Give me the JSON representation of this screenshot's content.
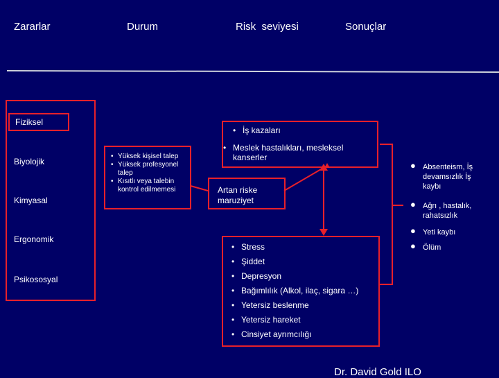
{
  "headers": [
    "Zararlar",
    "Durum",
    "Risk  seviyesi",
    "Sonuçlar"
  ],
  "hazards": [
    "Fiziksel",
    "Biyolojik",
    "Kimyasal",
    "Ergonomik",
    "Psikososyal"
  ],
  "durum_items": [
    "Yüksek kişisel talep",
    "Yüksek profesyonel talep",
    "Kısıtlı veya talebin kontrol   edilmemesi"
  ],
  "risk": {
    "top_items": [
      "İş kazaları",
      "Meslek hastalıkları, mesleksel kanserler"
    ],
    "artan_label": "Artan riske maruziyet",
    "health_items": [
      "Stress",
      "Şiddet",
      "Depresyon",
      "Bağımlılık (Alkol, ilaç, sigara …)",
      "Yetersiz beslenme",
      "Yetersiz hareket",
      "Cinsiyet ayrımcılığı"
    ]
  },
  "results": [
    "Absenteism, İş devamsızlık İş kaybı",
    "Ağrı , hastalık, rahatsızlık",
    "Yeti kaybı",
    "Ölüm"
  ],
  "footer": "Dr. David Gold ILO",
  "colors": {
    "background": "#000066",
    "frame": "#e8202a",
    "text": "#ffffff"
  }
}
